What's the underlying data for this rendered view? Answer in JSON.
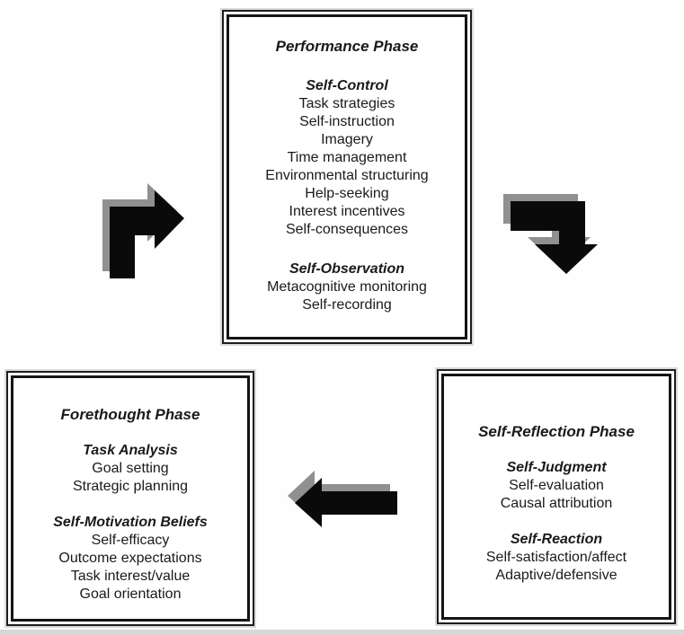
{
  "diagram": {
    "description": "Cyclical phases diagram with three phase boxes connected by arrows"
  },
  "colors": {
    "arrow_black": "#0a0a0a",
    "arrow_shadow": "#909090",
    "border": "#1c1c1c",
    "text": "#1a1a1a"
  },
  "boxes": {
    "performance": {
      "title": "Performance Phase",
      "sections": [
        {
          "heading": "Self-Control",
          "items": [
            "Task strategies",
            "Self-instruction",
            "Imagery",
            "Time management",
            "Environmental structuring",
            "Help-seeking",
            "Interest incentives",
            "Self-consequences"
          ]
        },
        {
          "heading": "Self-Observation",
          "items": [
            "Metacognitive monitoring",
            "Self-recording"
          ]
        }
      ]
    },
    "forethought": {
      "title": "Forethought Phase",
      "sections": [
        {
          "heading": "Task Analysis",
          "items": [
            "Goal setting",
            "Strategic planning"
          ]
        },
        {
          "heading": "Self-Motivation Beliefs",
          "items": [
            "Self-efficacy",
            "Outcome expectations",
            "Task interest/value",
            "Goal orientation"
          ]
        }
      ]
    },
    "reflection": {
      "title": "Self-Reflection Phase",
      "sections": [
        {
          "heading": "Self-Judgment",
          "items": [
            "Self-evaluation",
            "Causal attribution"
          ]
        },
        {
          "heading": "Self-Reaction",
          "items": [
            "Self-satisfaction/affect",
            "Adaptive/defensive"
          ]
        }
      ]
    }
  },
  "arrows": [
    {
      "name": "forethought-to-performance-arrow",
      "direction": "up-then-right"
    },
    {
      "name": "performance-to-reflection-arrow",
      "direction": "right-then-down"
    },
    {
      "name": "reflection-to-forethought-arrow",
      "direction": "left"
    }
  ]
}
